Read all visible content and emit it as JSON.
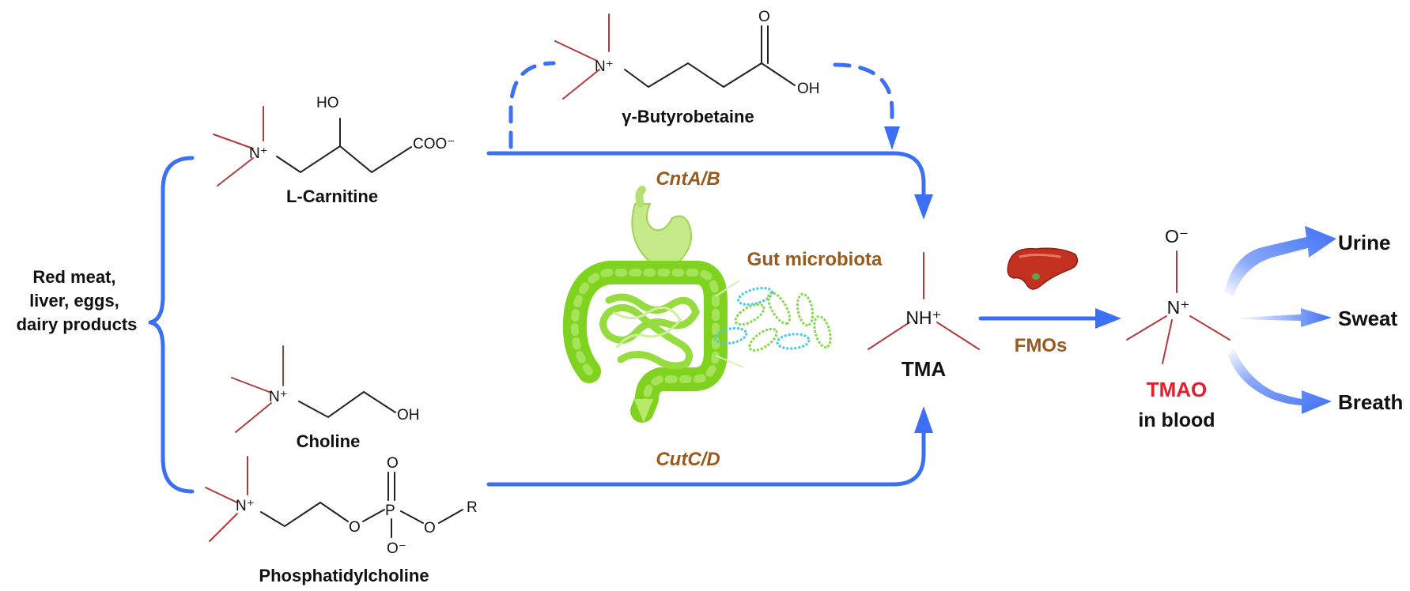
{
  "sources": {
    "food": [
      "Red meat,",
      "liver, eggs,",
      "dairy products"
    ]
  },
  "compounds": {
    "butyrobetaine": "γ-Butyrobetaine",
    "carnitine": "L-Carnitine",
    "choline": "Choline",
    "phosphatidylcholine": "Phosphatidylcholine",
    "tma": "TMA",
    "tmao": "TMAO",
    "tmao_location": "in blood"
  },
  "atoms": {
    "n_plus": "N⁺",
    "nh_plus": "NH⁺",
    "ho": "HO",
    "oh": "OH",
    "o": "O",
    "o_minus": "O⁻",
    "p": "P",
    "r": "R",
    "coo_minus": "COO⁻"
  },
  "enzymes": {
    "cnt": "CntA/B",
    "cut": "CutC/D",
    "fmo": "FMOs"
  },
  "microbiota_label": "Gut microbiota",
  "excretion": [
    "Urine",
    "Sweat",
    "Breath"
  ],
  "colors": {
    "arrow": "#3d6ff5",
    "enzyme_text": "#9a5a1c",
    "tmao_text": "#e0202a",
    "bond": "#b23a3a",
    "gut": "#7fd31f",
    "stomach": "#c6ea8a",
    "bacteria": "#86d94a",
    "bacteria_alt": "#49c9e8",
    "liver": "#c3301f"
  },
  "icons": [
    "liver-icon",
    "gut-icon",
    "bacteria-icon"
  ]
}
